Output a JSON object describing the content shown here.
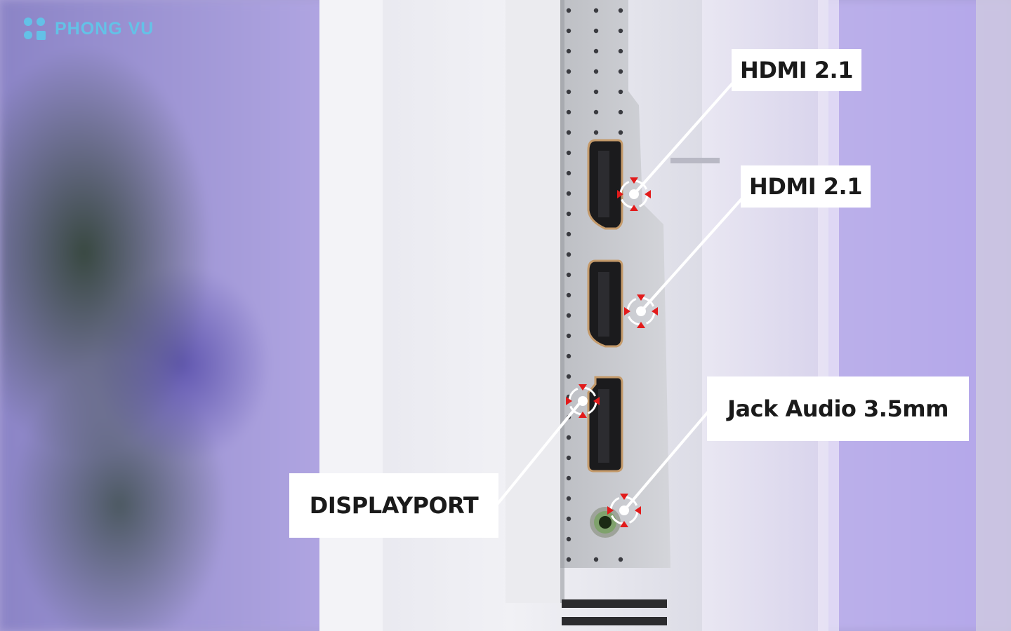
{
  "watermark": {
    "brand": "PHONG VU",
    "color": "#5ec8ea"
  },
  "callouts": [
    {
      "id": "hdmi-1",
      "text": "HDMI 2.1"
    },
    {
      "id": "hdmi-2",
      "text": "HDMI 2.1"
    },
    {
      "id": "displayport",
      "text": "DISPLAYPORT"
    },
    {
      "id": "audio-jack",
      "text": "Jack Audio 3.5mm"
    }
  ],
  "colors": {
    "callout_bg": "#ffffff",
    "callout_text": "#1a1a1a",
    "leader_line": "#ffffff",
    "marker_arrows": "#e21b1b"
  }
}
